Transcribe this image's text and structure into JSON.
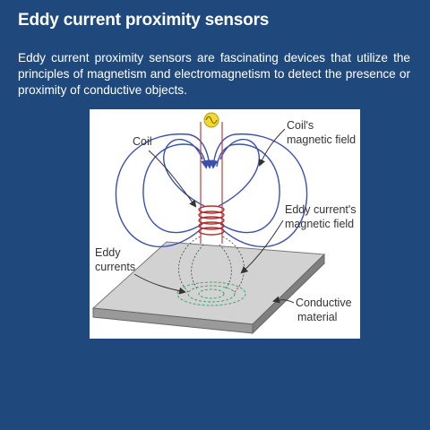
{
  "slide": {
    "title": "Eddy current proximity sensors",
    "body": "Eddy current proximity sensors are fascinating devices that utilize the principles of magnetism and electromagnetism to detect the presence or proximity of conductive objects."
  },
  "diagram": {
    "labels": {
      "coil": "Coil",
      "coil_field_1": "Coil's",
      "coil_field_2": "magnetic field",
      "eddy_field_1": "Eddy current's",
      "eddy_field_2": "magnetic field",
      "eddy_currents_1": "Eddy",
      "eddy_currents_2": "currents",
      "conductive_1": "Conductive",
      "conductive_2": "material"
    },
    "colors": {
      "field_lines": "#3a4fb0",
      "coil": "#b03030",
      "source": "#f0d020",
      "plate_top": "#cfcfcf",
      "plate_side": "#8f8f8f",
      "eddy_loops": "#3aaa70"
    }
  }
}
